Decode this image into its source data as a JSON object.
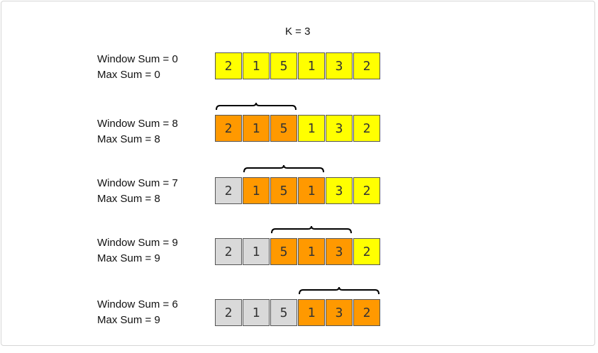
{
  "k_label": "K = 3",
  "array": [
    2,
    1,
    5,
    1,
    3,
    2
  ],
  "colors": {
    "pending": "#ffff00",
    "window": "#ff9900",
    "done": "#d9d9d9",
    "brace": "#000000"
  },
  "steps": [
    {
      "window_sum": "Window Sum = 0",
      "max_sum": "Max Sum = 0",
      "states": [
        "pending",
        "pending",
        "pending",
        "pending",
        "pending",
        "pending"
      ],
      "brace": null
    },
    {
      "window_sum": "Window Sum = 8",
      "max_sum": "Max Sum = 8",
      "states": [
        "window",
        "window",
        "window",
        "pending",
        "pending",
        "pending"
      ],
      "brace": [
        0,
        2
      ]
    },
    {
      "window_sum": "Window Sum = 7",
      "max_sum": "Max Sum = 8",
      "states": [
        "done",
        "window",
        "window",
        "window",
        "pending",
        "pending"
      ],
      "brace": [
        1,
        3
      ]
    },
    {
      "window_sum": "Window Sum = 9",
      "max_sum": "Max Sum = 9",
      "states": [
        "done",
        "done",
        "window",
        "window",
        "window",
        "pending"
      ],
      "brace": [
        2,
        4
      ]
    },
    {
      "window_sum": "Window Sum = 6",
      "max_sum": "Max Sum = 9",
      "states": [
        "done",
        "done",
        "done",
        "window",
        "window",
        "window"
      ],
      "brace": [
        3,
        5
      ]
    }
  ]
}
